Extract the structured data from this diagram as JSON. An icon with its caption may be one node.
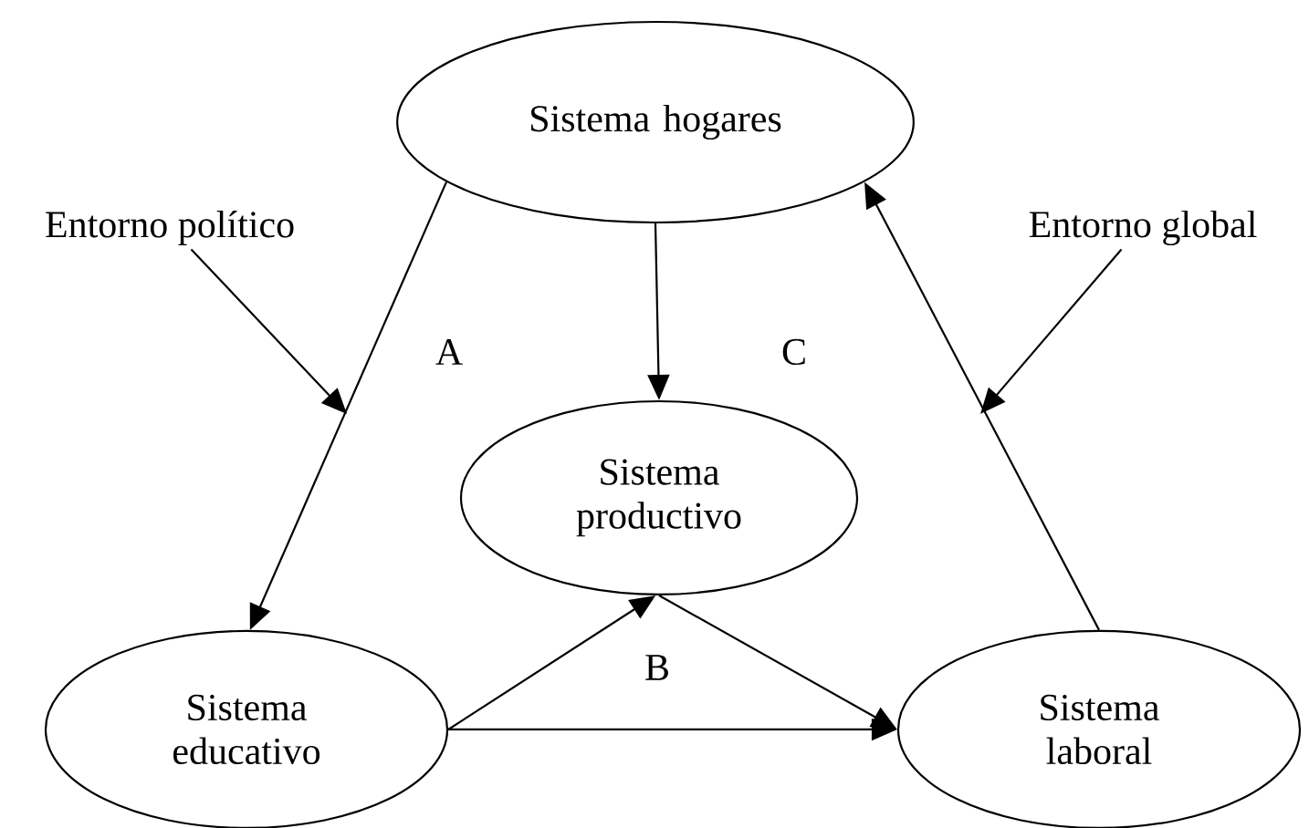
{
  "diagram": {
    "nodes": [
      {
        "text": [
          "Sistema hogares"
        ]
      },
      {
        "text": [
          "Sistema productivo"
        ]
      },
      {
        "text": [
          "Sistema educativo"
        ]
      },
      {
        "text": [
          "Sistema laboral"
        ]
      },
      {
        "text": [
          "Entorno político"
        ]
      },
      {
        "text": [
          "Entorno global"
        ]
      }
    ],
    "edges": [
      {
        "from": 0,
        "to": 2,
        "arrow": "to"
      },
      {
        "from": 0,
        "to": 1,
        "arrow": "to"
      },
      {
        "from": 3,
        "to": 0,
        "arrow": "to"
      },
      {
        "from": 2,
        "to": 1,
        "arrow": "to"
      },
      {
        "from": 1,
        "to": 3,
        "arrow": "to"
      },
      {
        "from": 2,
        "to": 3,
        "arrow": "to"
      },
      {
        "from": 4,
        "to": null,
        "arrow": "to"
      },
      {
        "from": 5,
        "to": null,
        "arrow": "to"
      }
    ],
    "labels": [
      "A",
      "C",
      "B"
    ]
  }
}
